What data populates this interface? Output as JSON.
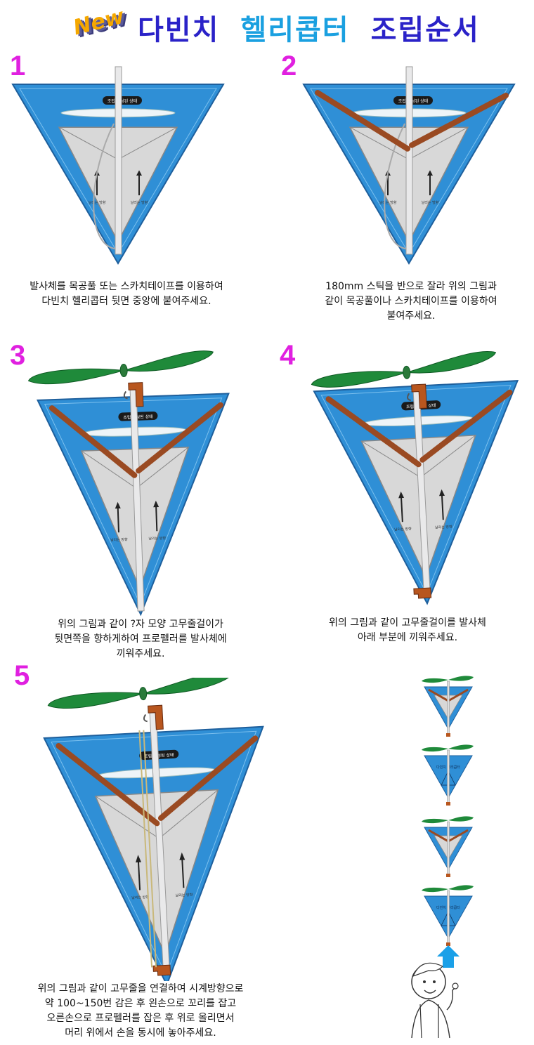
{
  "header": {
    "badge": "New",
    "title_part1": "다빈치",
    "title_part2": "헬리콥터",
    "title_part3": "조립순서"
  },
  "board_label": "조립 완성된 상태",
  "arrow_label": "날리는 방향",
  "steps": [
    {
      "number": "1",
      "lines": [
        "발사체를 목공풀 또는 스카치테이프를 이용하여",
        "다빈치 헬리콥터 뒷면 중앙에 붙여주세요."
      ]
    },
    {
      "number": "2",
      "lines": [
        "180mm 스틱을 반으로 잘라 위의 그림과",
        "같이 목공풀이나 스카치테이프를 이용하여",
        "붙여주세요."
      ]
    },
    {
      "number": "3",
      "lines": [
        "위의 그림과 같이 ?자 모양 고무줄걸이가",
        "뒷면쪽을 향하게하여 프로펠러를 발사체에",
        "끼워주세요."
      ]
    },
    {
      "number": "4",
      "lines": [
        "위의 그림과 같이 고무줄걸이를 발사체",
        "아래 부분에 끼워주세요."
      ]
    },
    {
      "number": "5",
      "lines": [
        "위의 그림과 같이 고무줄을 연결하여 시계방향으로",
        "약 100~150번 감은 후 왼손으로 꼬리를 잡고",
        "오른손으로 프로펠러를 잡은 후 위로 올리면서",
        "머리 위에서 손을 동시에 놓아주세요."
      ]
    }
  ],
  "side_label": "다빈치 헬리콥터",
  "colors": {
    "board_blue": "#2f8fd6",
    "board_dark": "#1e5f9c",
    "inner_gray": "#d8d8d8",
    "stick_brown": "#9a4a22",
    "propeller_green": "#1f8a3a",
    "step_magenta": "#e020e0",
    "launch_arrow": "#1aa0e8"
  },
  "icons": [
    "up-arrow-icon",
    "person-pointing-icon"
  ]
}
